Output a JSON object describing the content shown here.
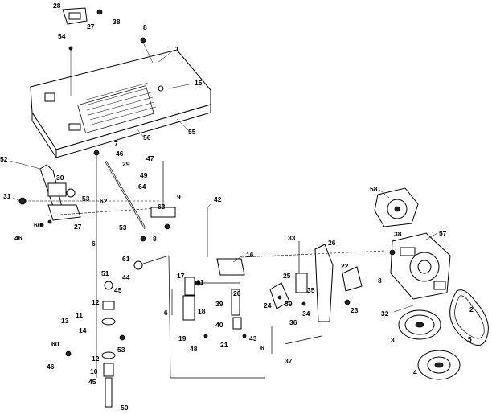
{
  "callouts": [
    "1",
    "2",
    "3",
    "4",
    "5",
    "6",
    "7",
    "8",
    "9",
    "10",
    "11",
    "12",
    "13",
    "14",
    "15",
    "16",
    "17",
    "18",
    "19",
    "20",
    "21",
    "22",
    "23",
    "24",
    "25",
    "26",
    "27",
    "28",
    "29",
    "30",
    "31",
    "32",
    "33",
    "34",
    "35",
    "36",
    "37",
    "38",
    "39",
    "40",
    "41",
    "42",
    "43",
    "44",
    "45",
    "46",
    "47",
    "48",
    "49",
    "50",
    "51",
    "52",
    "53",
    "54",
    "55",
    "56",
    "57",
    "58",
    "59",
    "60",
    "61",
    "62",
    "63",
    "64"
  ],
  "colors": {
    "line": "#000000",
    "background": "#ffffff"
  }
}
